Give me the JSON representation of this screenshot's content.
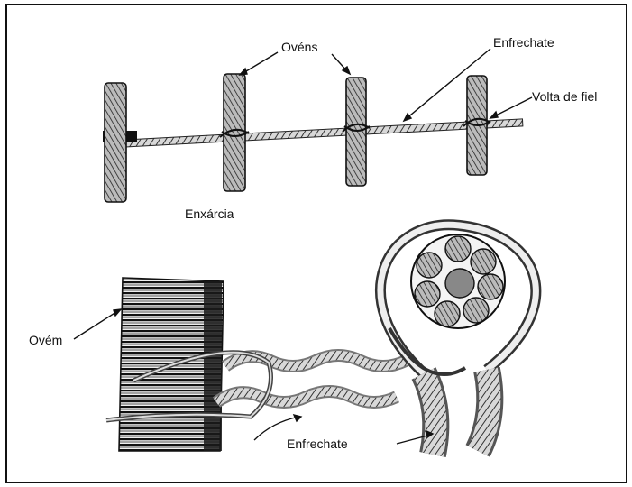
{
  "labels": {
    "ovens": "Ovéns",
    "enfrechate_top": "Enfrechate",
    "volta_de_fiel": "Volta de fiel",
    "enxarcia": "Enxárcia",
    "ovem": "Ovém",
    "enfrechate_bottom": "Enfrechate"
  }
}
